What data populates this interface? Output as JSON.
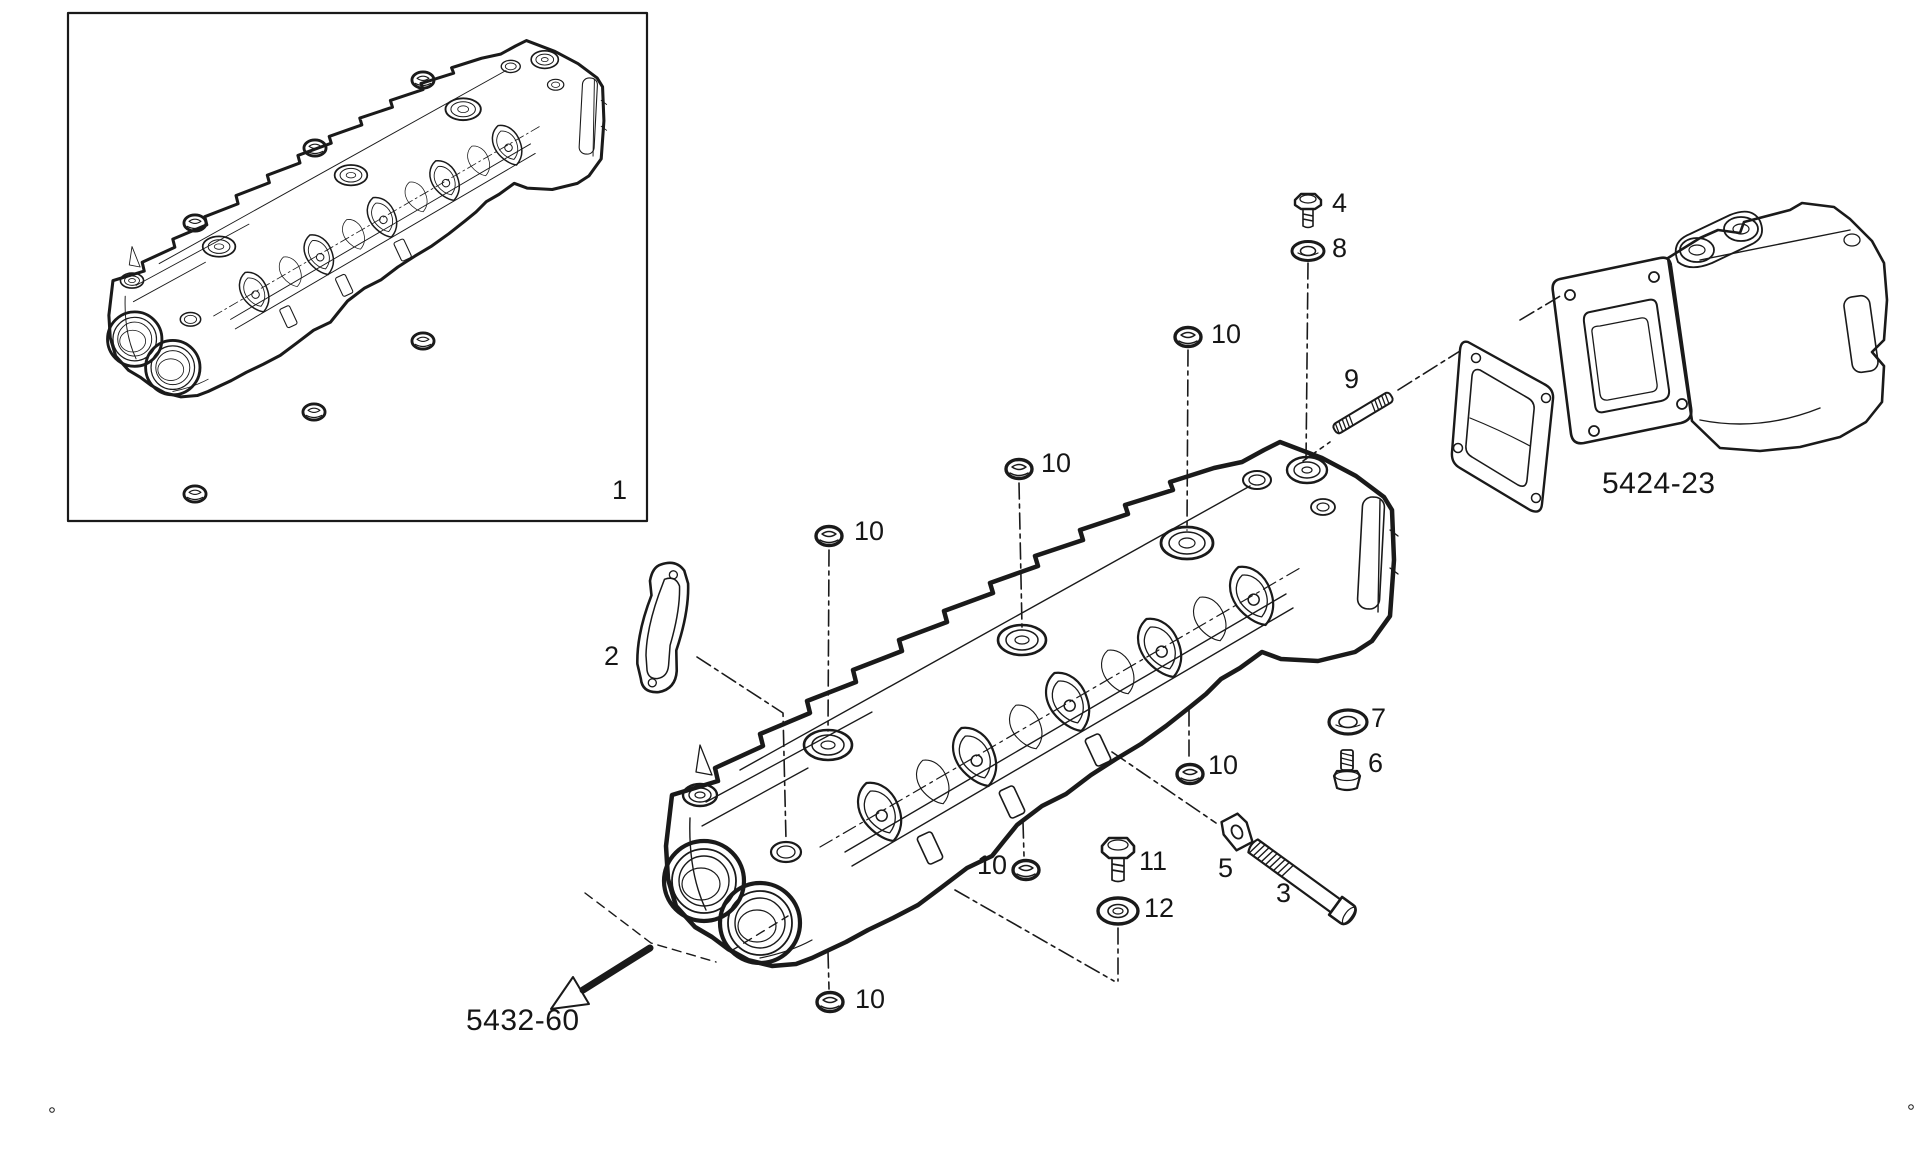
{
  "figure": {
    "type": "exploded-parts-diagram",
    "callouts": {
      "part1": "1",
      "part2": "2",
      "part3": "3",
      "part4": "4",
      "part5": "5",
      "part6": "6",
      "part7": "7",
      "part8": "8",
      "part9": "9",
      "part10_a": "10",
      "part10_b": "10",
      "part10_c": "10",
      "part10_d": "10",
      "part10_e": "10",
      "part10_f": "10",
      "part11": "11",
      "part12": "12"
    },
    "references": {
      "detail_view": "5432-60",
      "connecting_group": "5424-23"
    },
    "colors": {
      "ink": "#1a1a1a",
      "background": "#ffffff"
    }
  }
}
